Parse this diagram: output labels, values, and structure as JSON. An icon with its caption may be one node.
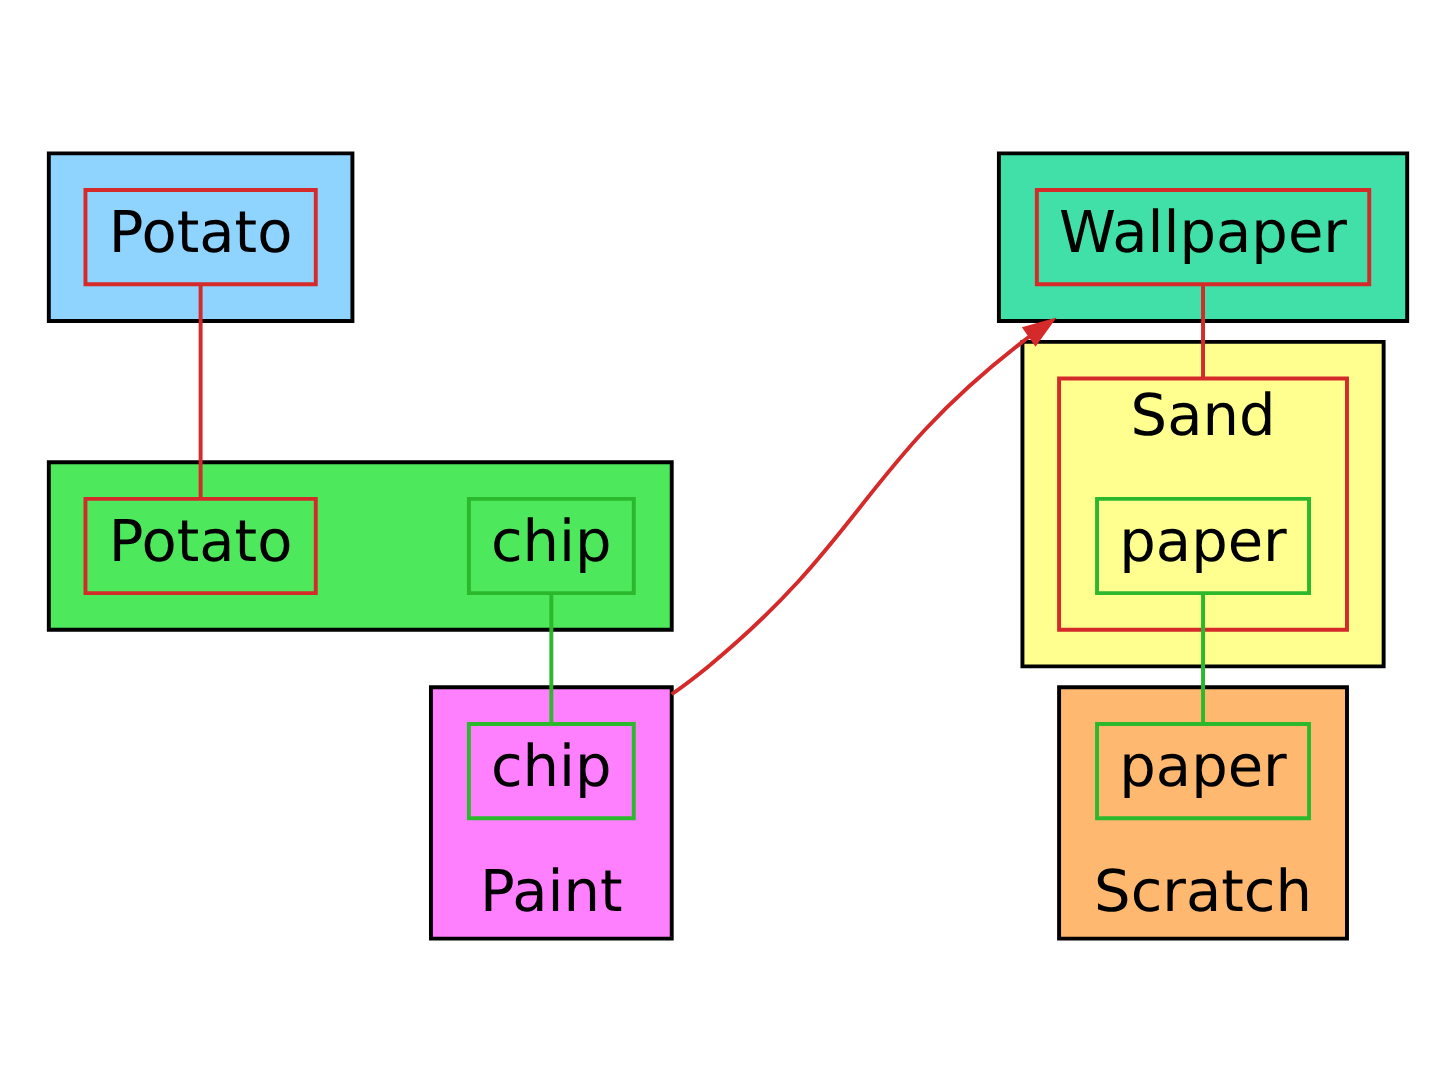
{
  "diagram": {
    "nodes": [
      {
        "text": [],
        "shape": "box"
      },
      {
        "text": [
          "Potato"
        ],
        "in": 0
      },
      {
        "text": [],
        "shape": "box"
      },
      {
        "text": [
          "Potato"
        ],
        "in": 2
      },
      {
        "text": [
          "chip"
        ],
        "in": 2
      },
      {
        "text": [
          "Paint"
        ]
      },
      {
        "text": [
          "chip"
        ],
        "in": 5
      },
      {
        "text": [],
        "shape": "box"
      },
      {
        "text": [
          "Wallpaper"
        ],
        "in": 7
      },
      {
        "text": [],
        "shape": "box"
      },
      {
        "text": [
          "Sand"
        ],
        "in": 9
      },
      {
        "text": [
          "paper"
        ],
        "in": 10
      },
      {
        "text": [
          "Scratch"
        ]
      },
      {
        "text": [
          "paper"
        ],
        "in": 12
      }
    ],
    "edges": [
      {
        "from": 1,
        "to": 3,
        "arrow": "none",
        "color": "#d42a2a"
      },
      {
        "from": 4,
        "to": 6,
        "arrow": "none",
        "color": "#2cb82c"
      },
      {
        "from": 5,
        "to": 7,
        "arrow": "to",
        "color": "#d42a2a"
      },
      {
        "from": 8,
        "to": 10,
        "arrow": "none",
        "color": "#d42a2a"
      },
      {
        "from": 11,
        "to": 13,
        "arrow": "none",
        "color": "#2cb82c"
      }
    ]
  }
}
